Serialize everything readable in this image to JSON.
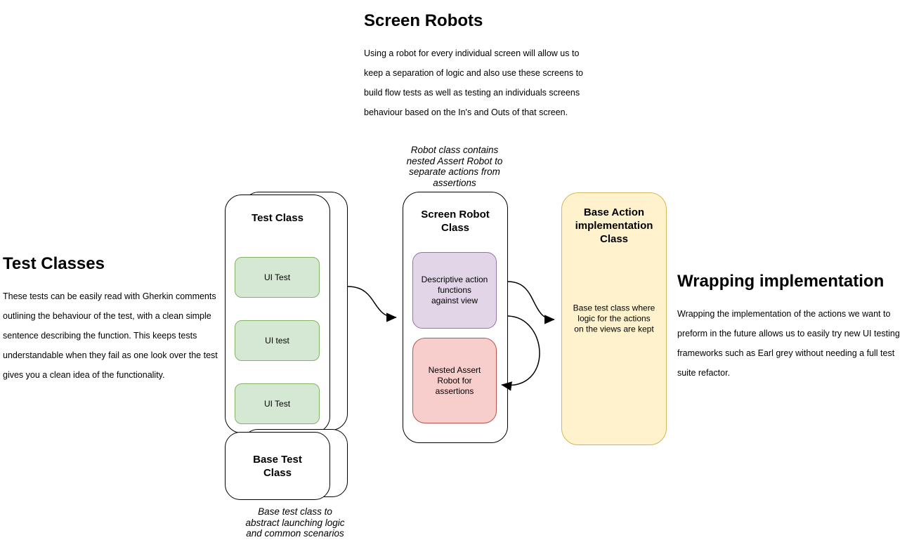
{
  "sections": {
    "screen_robots": {
      "title": "Screen Robots",
      "lines": [
        "Using a robot for every individual screen will allow us to",
        "keep a separation of logic and also use these screens to",
        "build flow tests as well as testing an individuals screens",
        "behaviour based on the In's and Outs of that screen."
      ]
    },
    "test_classes": {
      "title": "Test Classes",
      "lines": [
        "These tests can be easily read with Gherkin comments",
        "outlining the behaviour of the test, with a clean simple",
        "sentence describing the function. This keeps tests",
        "understandable when they fail as one look over the test",
        "gives you a clean idea of the functionality."
      ]
    },
    "wrapping": {
      "title": "Wrapping implementation",
      "lines": [
        "Wrapping the implementation of the actions we want to",
        "preform in the future allows us to easily try new UI testing",
        "frameworks such as Earl grey without needing a full test",
        "suite refactor."
      ]
    }
  },
  "diagram": {
    "test_stack": {
      "title": "Test Class",
      "ui_tests": [
        "UI Test",
        "UI test",
        "UI Test"
      ],
      "base_title": [
        "Base Test",
        "Class"
      ],
      "caption": [
        "Base test class to",
        "abstract launching logic",
        "and common scenarios"
      ]
    },
    "screen_robot": {
      "caption": [
        "Robot class contains",
        "nested Assert Robot to",
        "separate actions from",
        "assertions"
      ],
      "title": [
        "Screen Robot",
        "Class"
      ],
      "action_box": [
        "Descriptive action",
        "functions",
        "against view"
      ],
      "assert_box": [
        "Nested Assert",
        "Robot for",
        "assertions"
      ]
    },
    "base_action": {
      "title": [
        "Base Action",
        "implementation",
        "Class"
      ],
      "body": [
        "Base test class where",
        "logic for the actions",
        "on the views are kept"
      ]
    }
  },
  "colors": {
    "green_fill": "#d5e8d4",
    "green_border": "#82b366",
    "purple_fill": "#e1d5e7",
    "purple_border": "#9673a6",
    "red_fill": "#f8cecc",
    "red_border": "#b85450",
    "yellow_fill": "#fff2cc",
    "yellow_border": "#d6b656",
    "arrow": "#000000"
  }
}
